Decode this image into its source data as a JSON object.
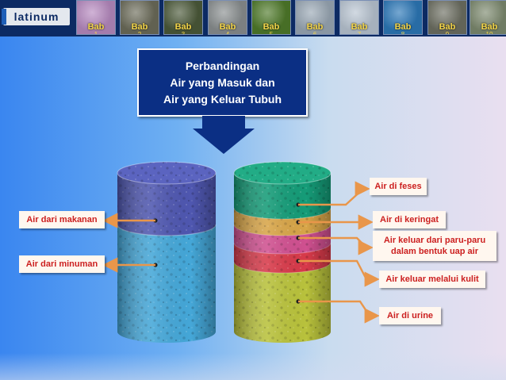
{
  "nav": {
    "logo_text": "latinum",
    "thumbs": [
      {
        "label": "Bab",
        "sub": "1",
        "color": "#b78ac0"
      },
      {
        "label": "Bab",
        "sub": "2",
        "color": "#6c6c5a"
      },
      {
        "label": "Bab",
        "sub": "3",
        "color": "#4c5a3a"
      },
      {
        "label": "Bab",
        "sub": "4",
        "color": "#8a8f90"
      },
      {
        "label": "Bab",
        "sub": "5",
        "color": "#4f7a2a"
      },
      {
        "label": "Bab",
        "sub": "6",
        "color": "#9aa8b5"
      },
      {
        "label": "Bab",
        "sub": "7",
        "color": "#b9c5d2"
      },
      {
        "label": "Bab",
        "sub": "8",
        "color": "#2c78b8"
      },
      {
        "label": "Bab",
        "sub": "9",
        "color": "#6d6f62"
      },
      {
        "label": "Bab",
        "sub": "10",
        "color": "#7d8a6f"
      }
    ]
  },
  "title": {
    "line1": "Perbandingan",
    "line2": "Air yang Masuk dan",
    "line3": "Air yang Keluar Tubuh"
  },
  "intake_labels": {
    "food": "Air dari makanan",
    "drink": "Air dari minuman"
  },
  "output_labels": {
    "feces": "Air di feses",
    "sweat": "Air di keringat",
    "lungs_line1": "Air keluar dari paru-paru",
    "lungs_line2": "dalam bentuk uap air",
    "skin": "Air keluar melalui kulit",
    "urine": "Air di urine"
  },
  "colors": {
    "title_bg": "#0b2f84",
    "label_text": "#cc2020",
    "arrow": "#e9964a",
    "food_layer": "#4f57b0",
    "drink_layer": "#45a7d8",
    "feces_layer": "#159c78",
    "sweat_layer": "#d8a548",
    "lungs_layer": "#d05090",
    "skin_layer": "#d83a4a",
    "urine_layer": "#b9c23c"
  }
}
